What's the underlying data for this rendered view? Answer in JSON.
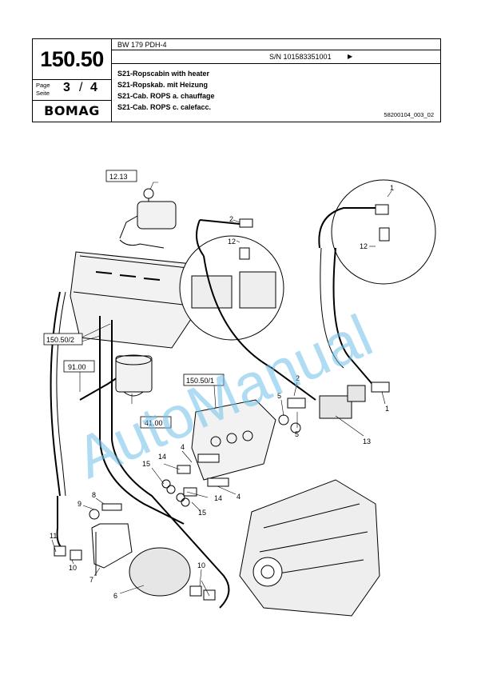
{
  "header": {
    "section_number": "150.50",
    "page_label_en": "Page",
    "page_label_de": "Seite",
    "page_current": "3",
    "page_separator": "/",
    "page_total": "4",
    "brand": "BOMAG",
    "model": "BW 179 PDH-4",
    "serial_number": "S/N 101583351001",
    "serial_arrow": "▶",
    "titles": [
      "S21-Ropscabin with heater",
      "S21-Ropskab. mit Heizung",
      "S21-Cab. ROPS a. chauffage",
      "S21-Cab. ROPS c. calefacc."
    ],
    "drawing_number": "58200104_003_02"
  },
  "diagram": {
    "watermark": "AutoManual",
    "ref_boxes": [
      "12.13",
      "150.50/2",
      "91.00",
      "41.00",
      "150.50/1"
    ],
    "part_labels": {
      "p1a": "1",
      "p1b": "1",
      "p2a": "2",
      "p2b": "2",
      "p4a": "4",
      "p4b": "4",
      "p5a": "5",
      "p5b": "5",
      "p6": "6",
      "p7": "7",
      "p8": "8",
      "p9": "9",
      "p10a": "10",
      "p10b": "10",
      "p11": "11",
      "p12a": "12",
      "p12b": "12",
      "p13": "13",
      "p14a": "14",
      "p14b": "14",
      "p15a": "15",
      "p15b": "15"
    }
  }
}
